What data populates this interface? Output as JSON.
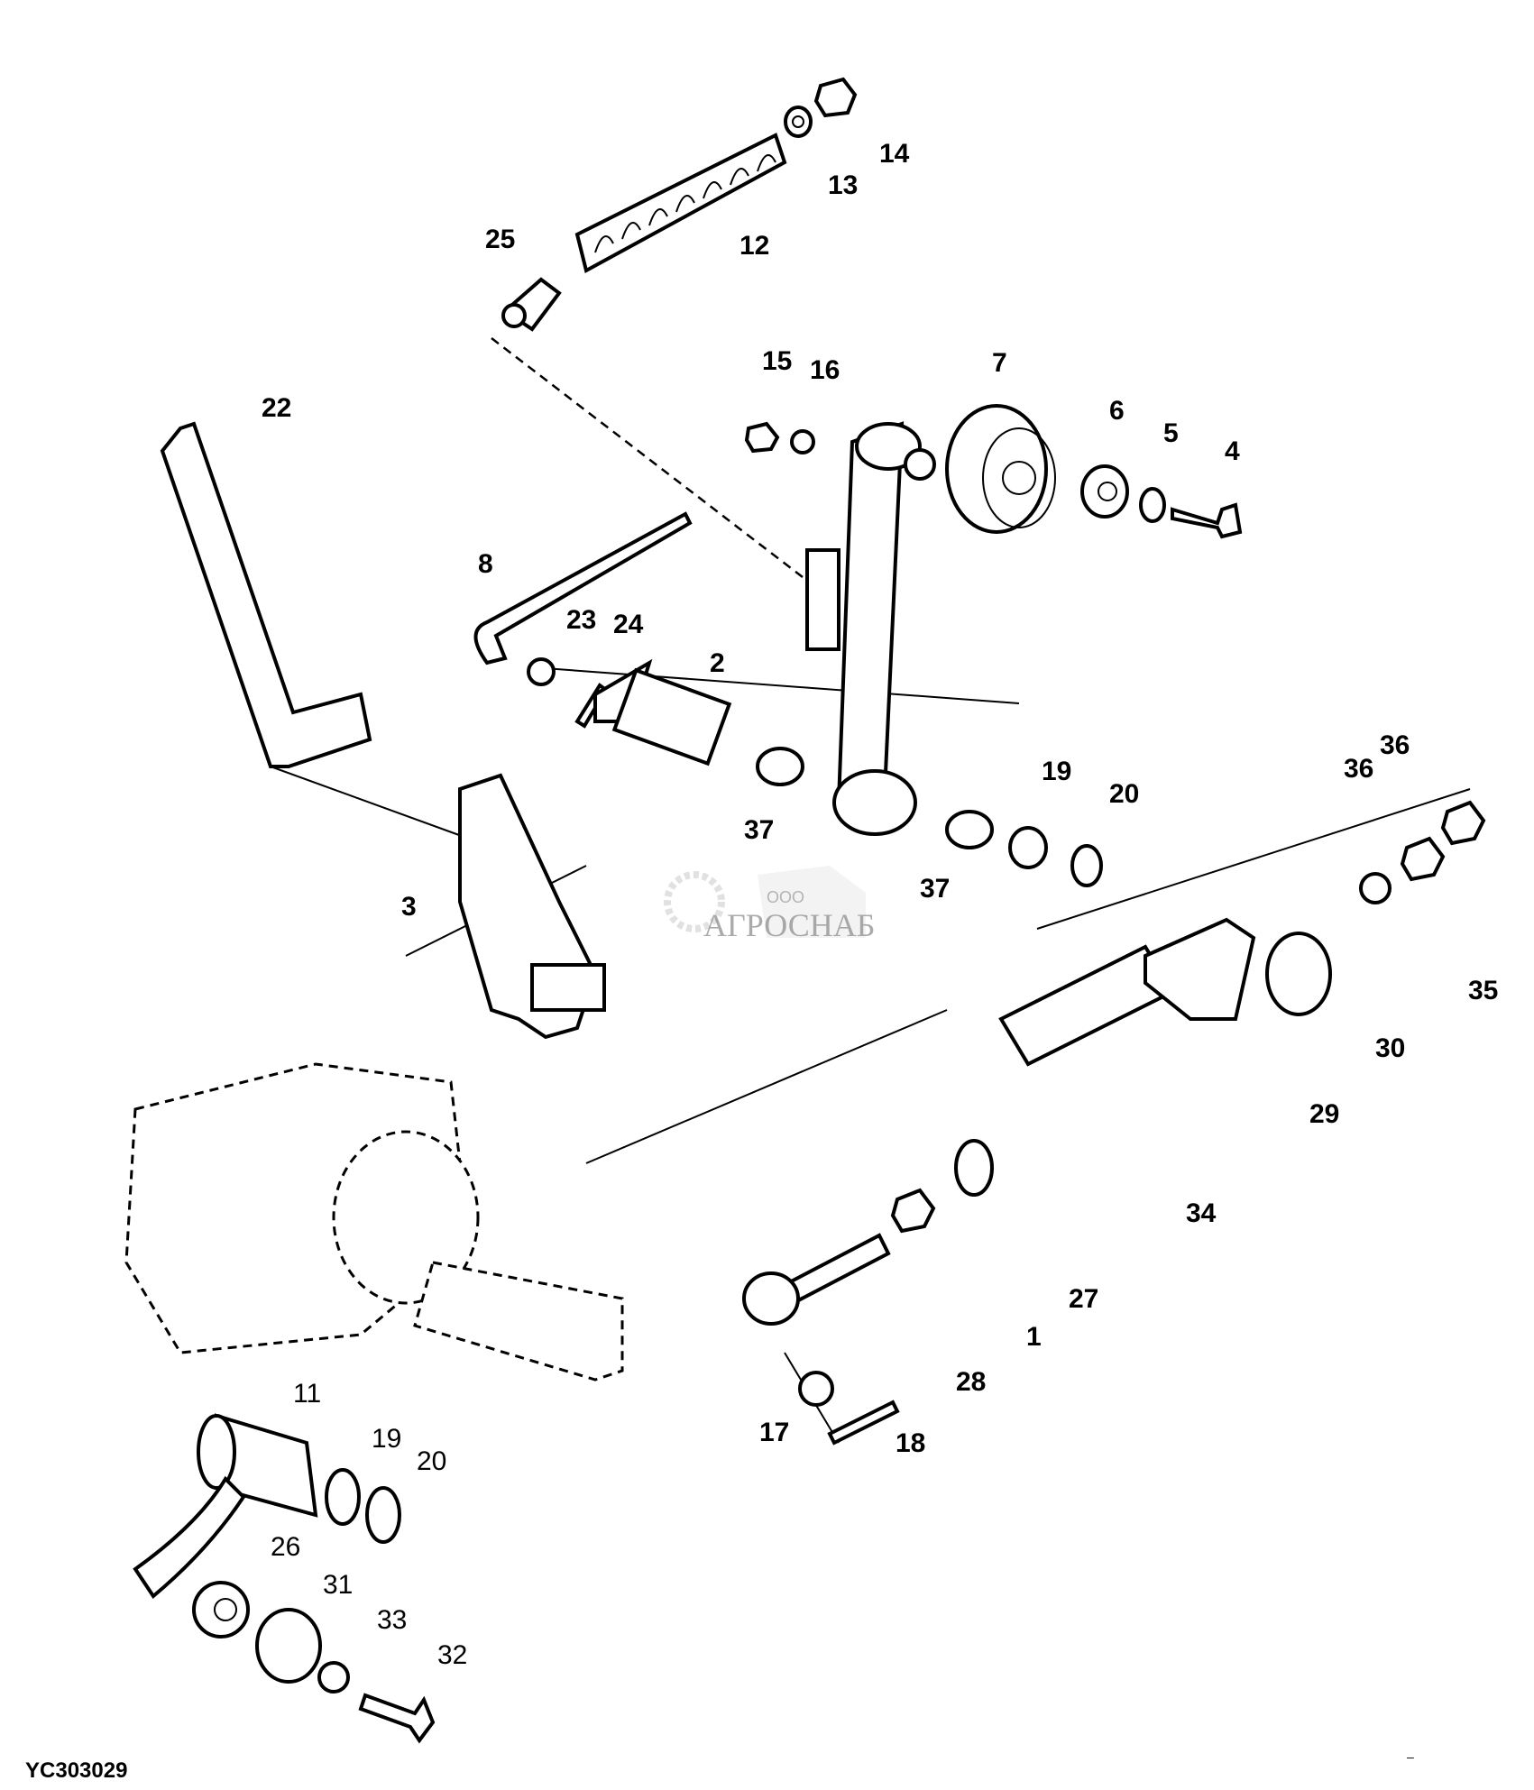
{
  "figure": {
    "id": "YC303029",
    "watermark": {
      "prefix": "ООО",
      "name": "АГРОСНАБ"
    },
    "corner_mark": "–"
  },
  "callouts": [
    {
      "n": "1"
    },
    {
      "n": "2"
    },
    {
      "n": "3"
    },
    {
      "n": "4"
    },
    {
      "n": "5"
    },
    {
      "n": "6"
    },
    {
      "n": "7"
    },
    {
      "n": "8"
    },
    {
      "n": "11"
    },
    {
      "n": "12"
    },
    {
      "n": "13"
    },
    {
      "n": "14"
    },
    {
      "n": "15"
    },
    {
      "n": "16"
    },
    {
      "n": "17"
    },
    {
      "n": "18"
    },
    {
      "n": "19"
    },
    {
      "n": "20"
    },
    {
      "n": "22"
    },
    {
      "n": "23"
    },
    {
      "n": "24"
    },
    {
      "n": "25"
    },
    {
      "n": "26"
    },
    {
      "n": "27"
    },
    {
      "n": "28"
    },
    {
      "n": "29"
    },
    {
      "n": "30"
    },
    {
      "n": "31"
    },
    {
      "n": "32"
    },
    {
      "n": "33"
    },
    {
      "n": "34"
    },
    {
      "n": "35"
    },
    {
      "n": "36"
    },
    {
      "n": "36"
    },
    {
      "n": "37"
    },
    {
      "n": "37"
    },
    {
      "n": "19"
    },
    {
      "n": "20"
    }
  ]
}
